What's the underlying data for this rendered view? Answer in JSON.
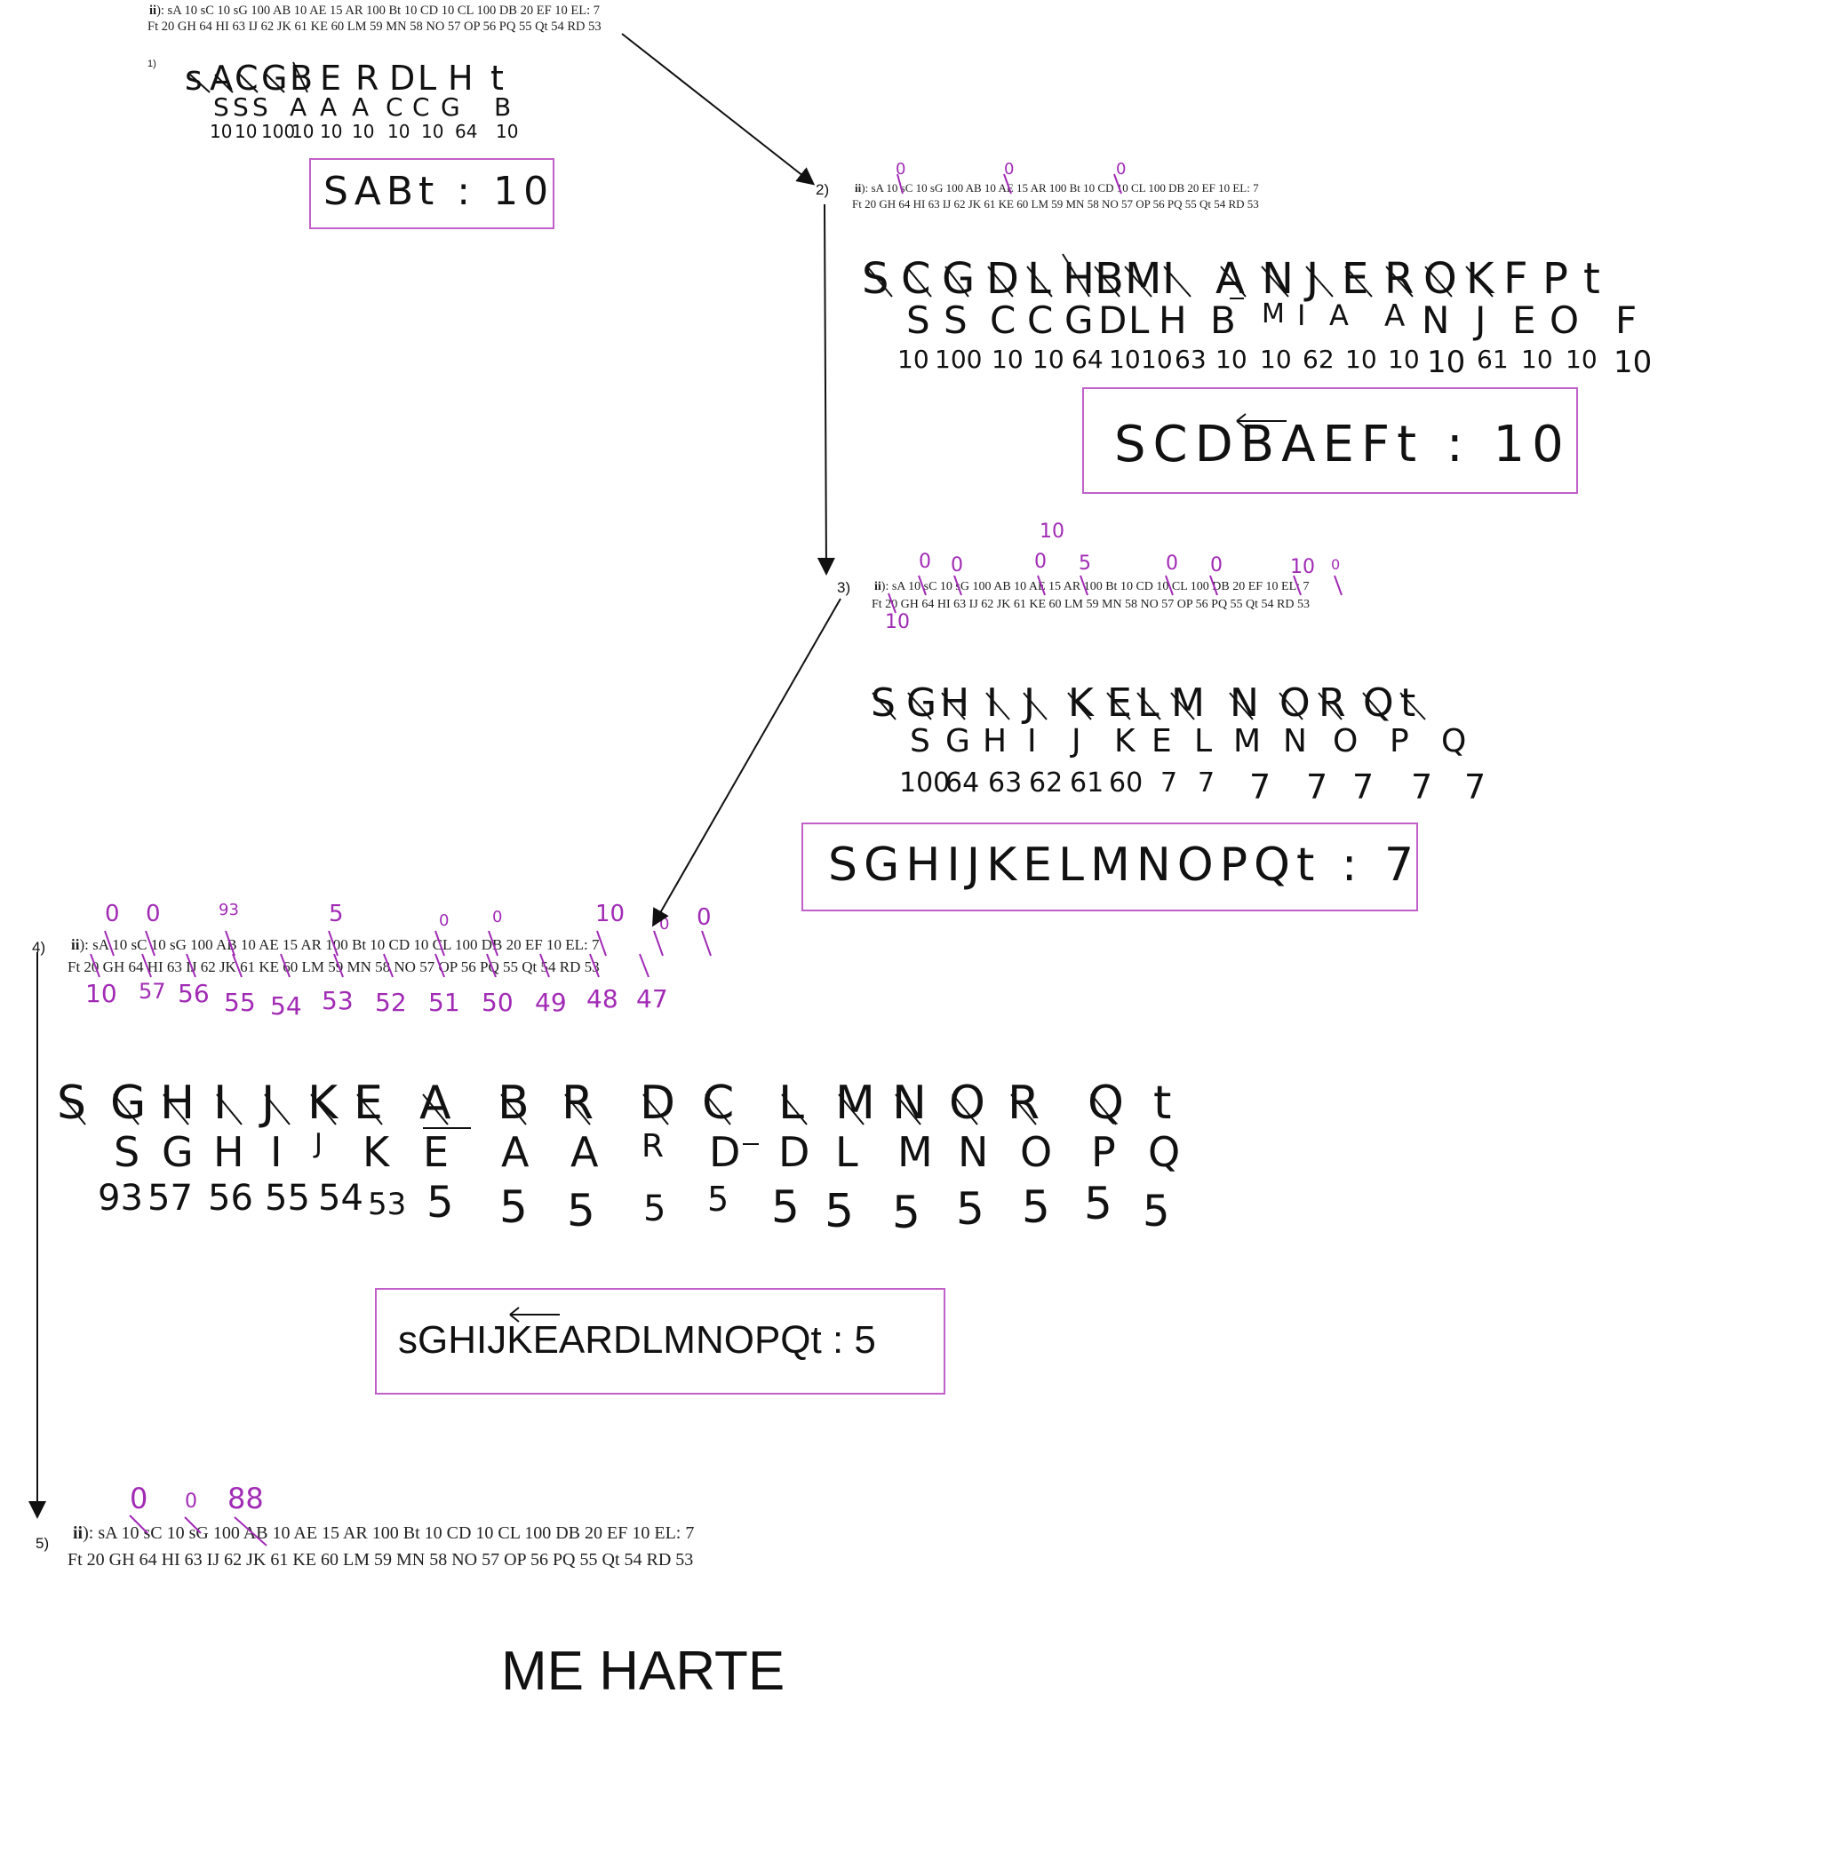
{
  "step1": {
    "label": "1)",
    "line1": "sA 10 sC 10 sG 100 AB 10 AE 15 AR 100 Bt 10 CD 10 CL 100 DB 20 EF 10 EL: 7",
    "line1_prefix": "ii",
    "line2": "Ft 20 GH 64 HI 63 IJ 62 JK 61 KE 60 LM 59 MN 58 NO 57 OP 56 PQ 55 Qt 54 RD 53",
    "nodes": [
      "s",
      "A",
      "C",
      "G",
      "B",
      "E",
      "R",
      "D",
      "L",
      "H",
      "t"
    ],
    "preds": [
      "S",
      "S",
      "S",
      "A",
      "A",
      "A",
      "C",
      "C",
      "G",
      "B"
    ],
    "dists": [
      "10",
      "10",
      "100",
      "10",
      "10",
      "10",
      "10",
      "10",
      "64",
      "10"
    ],
    "result": "SABt : 10"
  },
  "step2": {
    "label": "2)",
    "line1": "sA 10 sC 10 sG 100 AB 10 AE 15 AR 100 Bt 10 CD 10 CL 100 DB 20 EF 10 EL: 7",
    "line1_prefix": "ii",
    "line2": "Ft 20 GH 64 HI 63 IJ 62 JK 61 KE 60 LM 59 MN 58 NO 57 OP 56 PQ 55 Qt 54 RD 53",
    "marks": [
      "0",
      "0",
      "0"
    ],
    "nodes": [
      "S",
      "C",
      "G",
      "D",
      "L",
      "H",
      "B",
      "M",
      "I",
      "A",
      "N",
      "J",
      "E",
      "R",
      "O",
      "K",
      "F",
      "P",
      "t"
    ],
    "preds": [
      "S",
      "S",
      "C",
      "C",
      "G",
      "D",
      "L",
      "H",
      "B",
      "M",
      "I",
      "A",
      "A",
      "N",
      "J",
      "E",
      "O",
      "F"
    ],
    "dists": [
      "10",
      "100",
      "10",
      "10",
      "64",
      "10",
      "10",
      "63",
      "10",
      "10",
      "62",
      "10",
      "10",
      "10",
      "61",
      "10",
      "10",
      "10"
    ],
    "result": "SCDBAEFt : 10"
  },
  "step3": {
    "label": "3)",
    "line1": "sA 10 sC 10 sG 100 AB 10 AE 15 AR 100 Bt 10 CD 10 CL 100 DB 20 EF 10 EL: 7",
    "line1_prefix": "ii",
    "line2": "Ft 20 GH 64 HI 63 IJ 62 JK 61 KE 60 LM 59 MN 58 NO 57 OP 56 PQ 55 Qt 54 RD 53",
    "marks": [
      "0",
      "0",
      "10",
      "0",
      "5",
      "0",
      "0",
      "10",
      "0",
      "10"
    ],
    "nodes": [
      "S",
      "G",
      "H",
      "I",
      "J",
      "K",
      "E",
      "L",
      "M",
      "N",
      "O",
      "R",
      "Q",
      "t"
    ],
    "preds": [
      "S",
      "G",
      "H",
      "I",
      "J",
      "K",
      "E",
      "L",
      "M",
      "N",
      "O",
      "P",
      "Q"
    ],
    "dists": [
      "100",
      "64",
      "63",
      "62",
      "61",
      "60",
      "7",
      "7",
      "7",
      "7",
      "7",
      "7",
      "7"
    ],
    "result": "SGHIJKELMNOPQt : 7"
  },
  "step4": {
    "label": "4)",
    "line1": "sA 10 sC 10 sG 100 AB 10 AE 15 AR 100 Bt 10 CD 10 CL 100 DB 20 EF 10 EL: 7",
    "line1_prefix": "ii",
    "line2": "Ft 20 GH 64 HI 63 IJ 62 JK 61 KE 60 LM 59 MN 58 NO 57 OP 56 PQ 55 Qt 54 RD 53",
    "marks_top": [
      "0",
      "0",
      "93",
      "5",
      "0",
      "0",
      "10",
      "0",
      "0"
    ],
    "marks_bottom": [
      "10",
      "57",
      "56",
      "55",
      "54",
      "53",
      "52",
      "51",
      "50",
      "49",
      "48",
      "47"
    ],
    "nodes": [
      "S",
      "G",
      "H",
      "I",
      "J",
      "K",
      "E",
      "A",
      "B",
      "R",
      "D",
      "C",
      "L",
      "M",
      "N",
      "O",
      "R",
      "Q",
      "t"
    ],
    "preds": [
      "S",
      "G",
      "H",
      "I",
      "J",
      "K",
      "E",
      "A",
      "A",
      "R",
      "D",
      "D",
      "L",
      "M",
      "N",
      "O",
      "P",
      "Q"
    ],
    "dists": [
      "93",
      "57",
      "56",
      "55",
      "54",
      "53",
      "5",
      "5",
      "5",
      "5",
      "5",
      "5",
      "5",
      "5",
      "5",
      "5",
      "5",
      "5"
    ],
    "result": "sGHIJKEARDLMNOPQt : 5"
  },
  "step5": {
    "label": "5)",
    "line1": "sA 10 sC 10 sG 100 AB 10 AE 15 AR 100 Bt 10 CD 10 CL 100 DB 20 EF 10 EL: 7",
    "line1_prefix": "ii",
    "line2": "Ft 20 GH 64 HI 63 IJ 62 JK 61 KE 60 LM 59 MN 58 NO 57 OP 56 PQ 55 Qt 54 RD 53",
    "marks": [
      "0",
      "0",
      "88"
    ],
    "footer": "ME HARTE"
  },
  "colors": {
    "ink": "#111111",
    "annotation": "#a12bb5",
    "box": "#c060c8"
  }
}
